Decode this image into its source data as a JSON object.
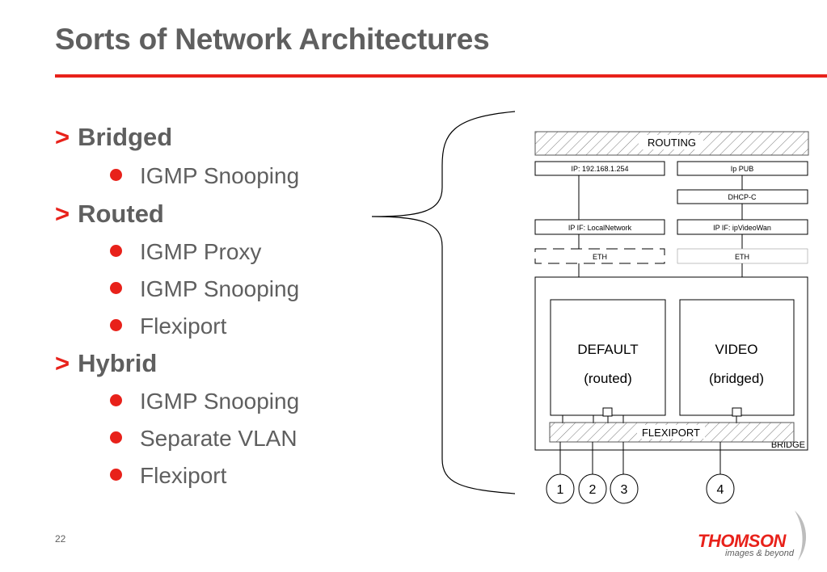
{
  "slide": {
    "title": "Sorts of Network Architectures",
    "page_number": "22"
  },
  "bullets": [
    {
      "label": "Bridged",
      "subitems": [
        "IGMP Snooping"
      ]
    },
    {
      "label": "Routed",
      "subitems": [
        "IGMP Proxy",
        "IGMP Snooping",
        "Flexiport"
      ]
    },
    {
      "label": "Hybrid",
      "subitems": [
        "IGMP Snooping",
        "Separate VLAN",
        "Flexiport"
      ]
    }
  ],
  "bullet_marker": ">",
  "diagram": {
    "routing": "ROUTING",
    "ip_left": "IP: 192.168.1.254",
    "ip_right": "Ip PUB",
    "dhcp": "DHCP-C",
    "ipif_left": "IP IF: LocalNetwork",
    "ipif_right": "IP IF: ipVideoWan",
    "eth_left": "ETH",
    "eth_right": "ETH",
    "default_name": "DEFAULT",
    "default_mode": "(routed)",
    "video_name": "VIDEO",
    "video_mode": "(bridged)",
    "flexiport": "FLEXIPORT",
    "bridge": "BRIDGE",
    "ports": [
      "1",
      "2",
      "3",
      "4"
    ]
  },
  "logo": {
    "brand": "THOMSON",
    "tagline": "images & beyond"
  },
  "colors": {
    "accent": "#e8211a",
    "text": "#5f5f5f"
  }
}
